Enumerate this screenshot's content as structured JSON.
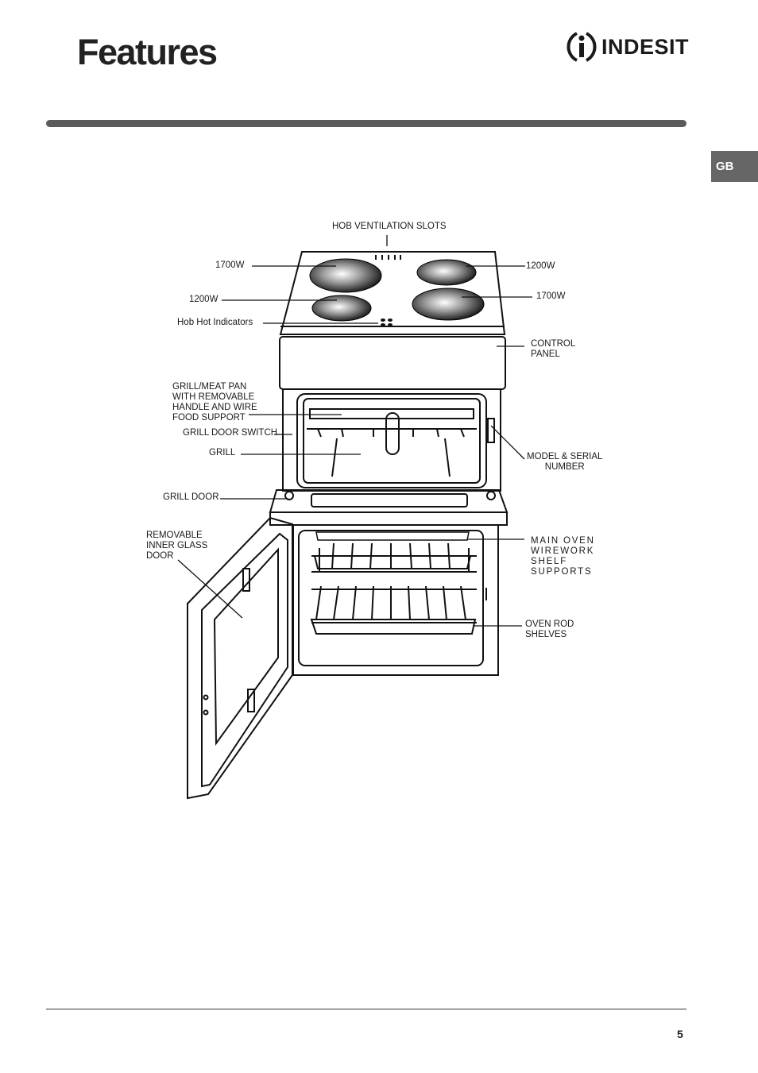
{
  "header": {
    "title": "Features",
    "brand": "INDESIT"
  },
  "language_tab": "GB",
  "diagram": {
    "labels": {
      "hob_ventilation": "HOB VENTILATION SLOTS",
      "ring_top_left": "1700W",
      "ring_bottom_left": "1200W",
      "ring_top_right": "1200W",
      "ring_bottom_right": "1700W",
      "hob_hot_indicators": "Hob Hot Indicators",
      "control_panel": "CONTROL\nPANEL",
      "grill_pan": "GRILL/MEAT PAN\nWITH REMOVABLE\nHANDLE AND WIRE\nFOOD SUPPORT",
      "grill_door_switch": "GRILL DOOR SWITCH",
      "grill": "GRILL",
      "grill_door": "GRILL DOOR",
      "model_serial": "MODEL & SERIAL\nNUMBER",
      "inner_glass_door": "REMOVABLE\nINNER GLASS\nDOOR",
      "shelf_supports": "MAIN OVEN\nWIREWORK\nSHELF\nSUPPORTS",
      "oven_rod_shelves": "OVEN ROD\nSHELVES"
    }
  },
  "footer": {
    "page_number": "5"
  }
}
